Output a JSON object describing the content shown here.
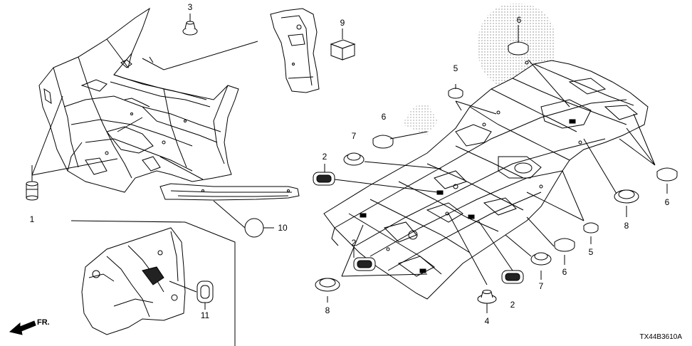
{
  "diagram": {
    "code": "TX44B3610A",
    "direction": "FR.",
    "labels": [
      {
        "id": "c1",
        "text": "1"
      },
      {
        "id": "c3",
        "text": "3"
      },
      {
        "id": "c9",
        "text": "9"
      },
      {
        "id": "c10",
        "text": "10"
      },
      {
        "id": "c11",
        "text": "11"
      },
      {
        "id": "c2a",
        "text": "2"
      },
      {
        "id": "c2b",
        "text": "2"
      },
      {
        "id": "c2c",
        "text": "2"
      },
      {
        "id": "c4",
        "text": "4"
      },
      {
        "id": "c5a",
        "text": "5"
      },
      {
        "id": "c5b",
        "text": "5"
      },
      {
        "id": "c6a",
        "text": "6"
      },
      {
        "id": "c6b",
        "text": "6"
      },
      {
        "id": "c6c",
        "text": "6"
      },
      {
        "id": "c6d",
        "text": "6"
      },
      {
        "id": "c7a",
        "text": "7"
      },
      {
        "id": "c7b",
        "text": "7"
      },
      {
        "id": "c8a",
        "text": "8"
      },
      {
        "id": "c8b",
        "text": "8"
      }
    ]
  }
}
